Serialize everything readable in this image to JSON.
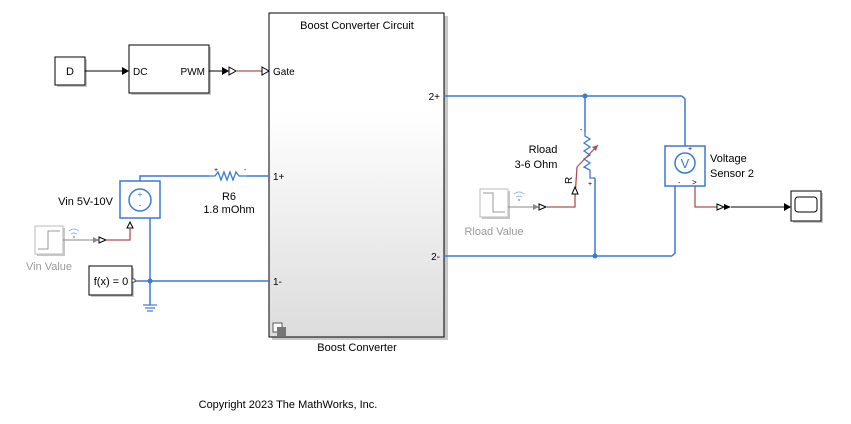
{
  "blocks": {
    "d_const": {
      "label": "D"
    },
    "pwm": {
      "in_port": "DC",
      "out_port": "PWM"
    },
    "subsystem": {
      "title": "Boost Converter Circuit",
      "name": "Boost Converter",
      "ports": {
        "gate": "Gate",
        "p1_pos": "1+",
        "p1_neg": "1-",
        "p2_pos": "2+",
        "p2_neg": "2-"
      }
    },
    "vin_source": {
      "label": "Vin 5V-10V"
    },
    "vin_step": {
      "label": "Vin Value"
    },
    "resistor": {
      "name": "R6",
      "value": "1.8 mOhm"
    },
    "solver": {
      "label": "f(x) = 0"
    },
    "rload": {
      "name": "Rload",
      "value": "3-6 Ohm",
      "port": "R"
    },
    "rload_step": {
      "label": "Rload Value"
    },
    "voltage_sensor": {
      "line1": "Voltage",
      "line2": "Sensor 2",
      "symbol": "V"
    }
  },
  "footer": {
    "copyright": "Copyright 2023 The MathWorks, Inc."
  },
  "colors": {
    "physical": "#3c78d8",
    "physical_signal": "#b05050",
    "signal": "#000000"
  }
}
